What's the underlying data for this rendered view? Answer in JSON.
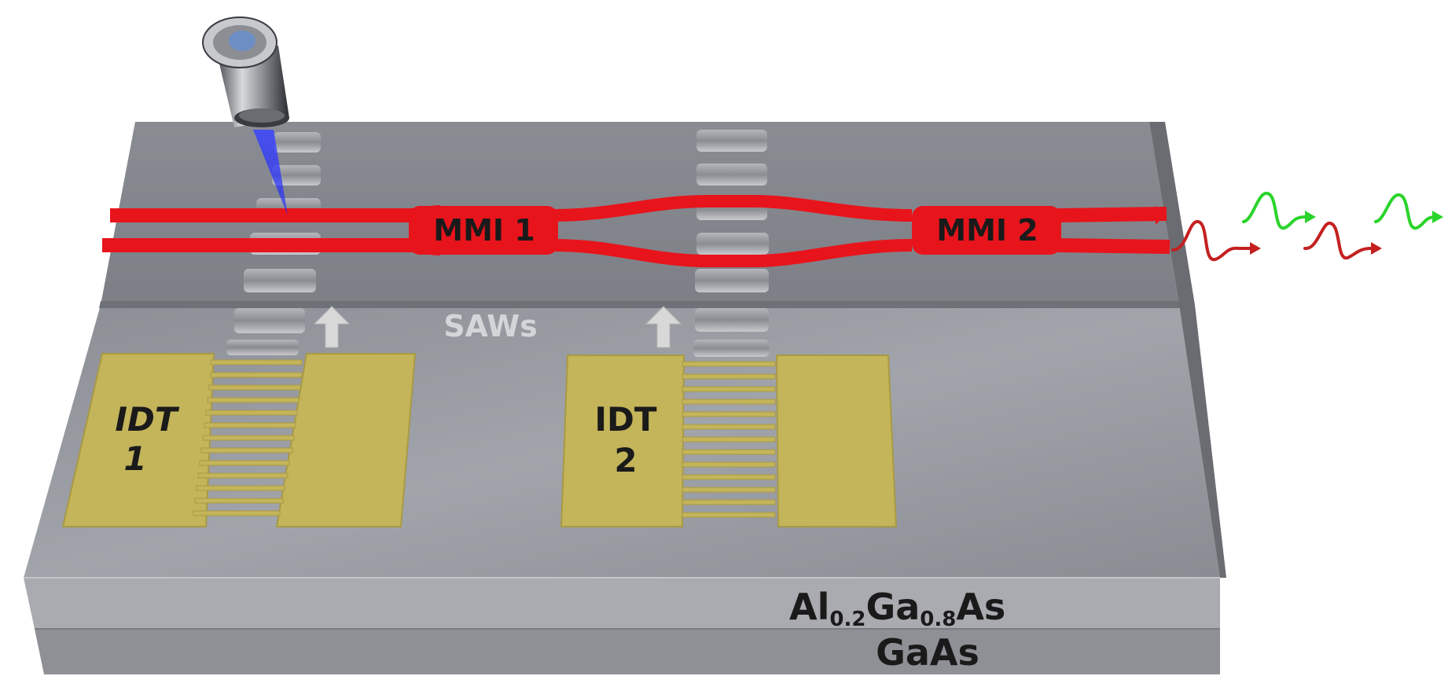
{
  "labels": {
    "mmi1": "MMI 1",
    "mmi2": "MMI 2",
    "saws": "SAWs",
    "idt1_line1": "IDT",
    "idt1_line2": "1",
    "idt2_line1": "IDT",
    "idt2_line2": "2",
    "layer_top_al": "Al",
    "layer_top_al_sub": "0.2",
    "layer_top_ga": "Ga",
    "layer_top_ga_sub": "0.8",
    "layer_top_as": "As",
    "layer_bottom": "GaAs"
  },
  "colors": {
    "waveguide": "#e8141c",
    "idt_gold": "#c4b45a",
    "substrate": "#8d8f96",
    "laser": "#2a36ff",
    "photon_red": "#c42020",
    "photon_green": "#2bd42b",
    "saw_ridge": "#9a9ca2",
    "arrow": "#d8d8d8"
  },
  "icons": {
    "objective": "microscope-objective-icon",
    "saw_arrow": "up-arrow-icon",
    "photon": "wavy-arrow-icon"
  }
}
